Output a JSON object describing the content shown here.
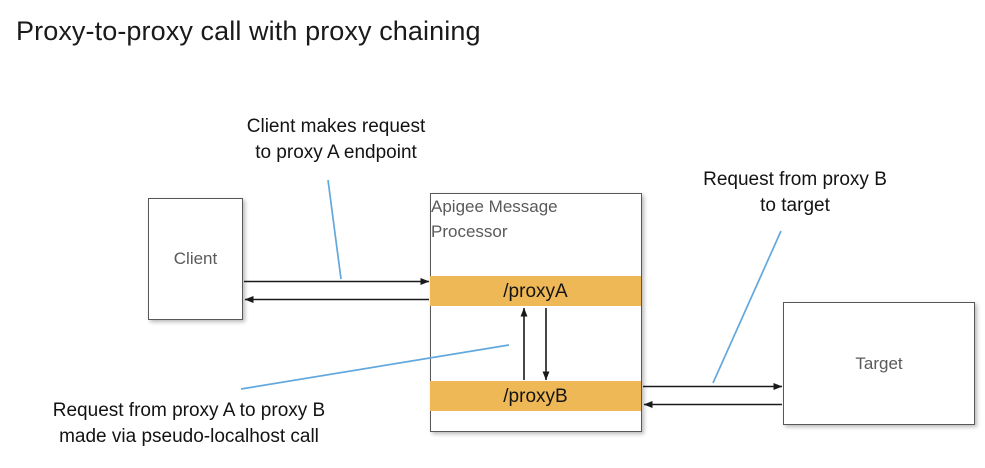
{
  "title": "Proxy-to-proxy call with proxy chaining",
  "nodes": {
    "client": {
      "label": "Client"
    },
    "target": {
      "label": "Target"
    },
    "message_processor": {
      "label": "Apigee Message Processor",
      "proxies": [
        {
          "label": "/proxyA"
        },
        {
          "label": "/proxyB"
        }
      ]
    }
  },
  "annotations": {
    "client_request": {
      "line1": "Client makes request",
      "line2": "to proxy A endpoint"
    },
    "proxy_b_to_target": {
      "line1": "Request from proxy B",
      "line2": "to target"
    },
    "proxy_a_to_proxy_b": {
      "line1": "Request from proxy A to proxy B",
      "line2": "made via pseudo-localhost call"
    }
  },
  "colors": {
    "proxy_band": "#efb857",
    "box_border": "#58585a",
    "box_label_text": "#5a5a5c",
    "annotation_text": "#131313",
    "leader_line": "#62a8dd",
    "arrow": "#1a1a1a",
    "background": "#ffffff"
  },
  "flows": [
    {
      "name": "client-to-proxya-request",
      "from": "Client",
      "to": "/proxyA",
      "direction": "right"
    },
    {
      "name": "proxya-to-client-response",
      "from": "/proxyA",
      "to": "Client",
      "direction": "left"
    },
    {
      "name": "proxya-to-proxyb-request",
      "from": "/proxyA",
      "to": "/proxyB",
      "direction": "down"
    },
    {
      "name": "proxyb-to-proxya-response",
      "from": "/proxyB",
      "to": "/proxyA",
      "direction": "up"
    },
    {
      "name": "proxyb-to-target-request",
      "from": "/proxyB",
      "to": "Target",
      "direction": "right"
    },
    {
      "name": "target-to-proxyb-response",
      "from": "Target",
      "to": "/proxyB",
      "direction": "left"
    }
  ]
}
